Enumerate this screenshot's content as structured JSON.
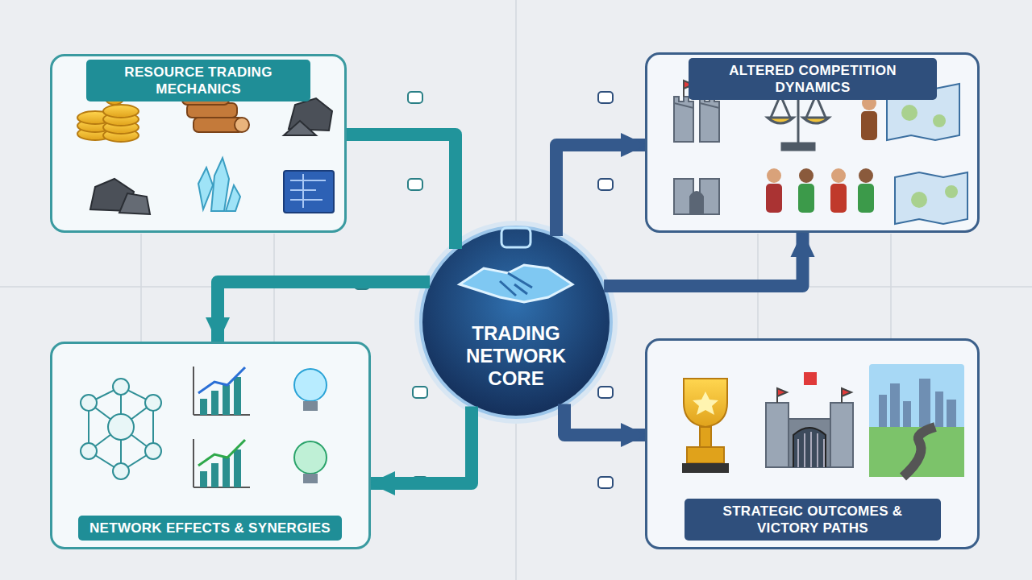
{
  "diagram": {
    "nodes": [
      {
        "text": [
          "RESOURCE TRADING MECHANICS"
        ]
      },
      {
        "text": [
          "ALTERED COMPETITION DYNAMICS"
        ]
      },
      {
        "text": [
          "TRADING NETWORK CORE"
        ]
      },
      {
        "text": [
          "NETWORK EFFECTS & SYNERGIES"
        ]
      },
      {
        "text": [
          "STRATEGIC OUTCOMES & VICTORY PATHS"
        ]
      }
    ],
    "edges": [
      {
        "from": 0,
        "to": 2,
        "arrow": "none"
      },
      {
        "from": 2,
        "to": 1,
        "arrow": "to"
      },
      {
        "from": 2,
        "to": 1,
        "arrow": "to"
      },
      {
        "from": 2,
        "to": 3,
        "arrow": "to"
      },
      {
        "from": 2,
        "to": 3,
        "arrow": "to"
      },
      {
        "from": 2,
        "to": 4,
        "arrow": "to"
      }
    ]
  }
}
